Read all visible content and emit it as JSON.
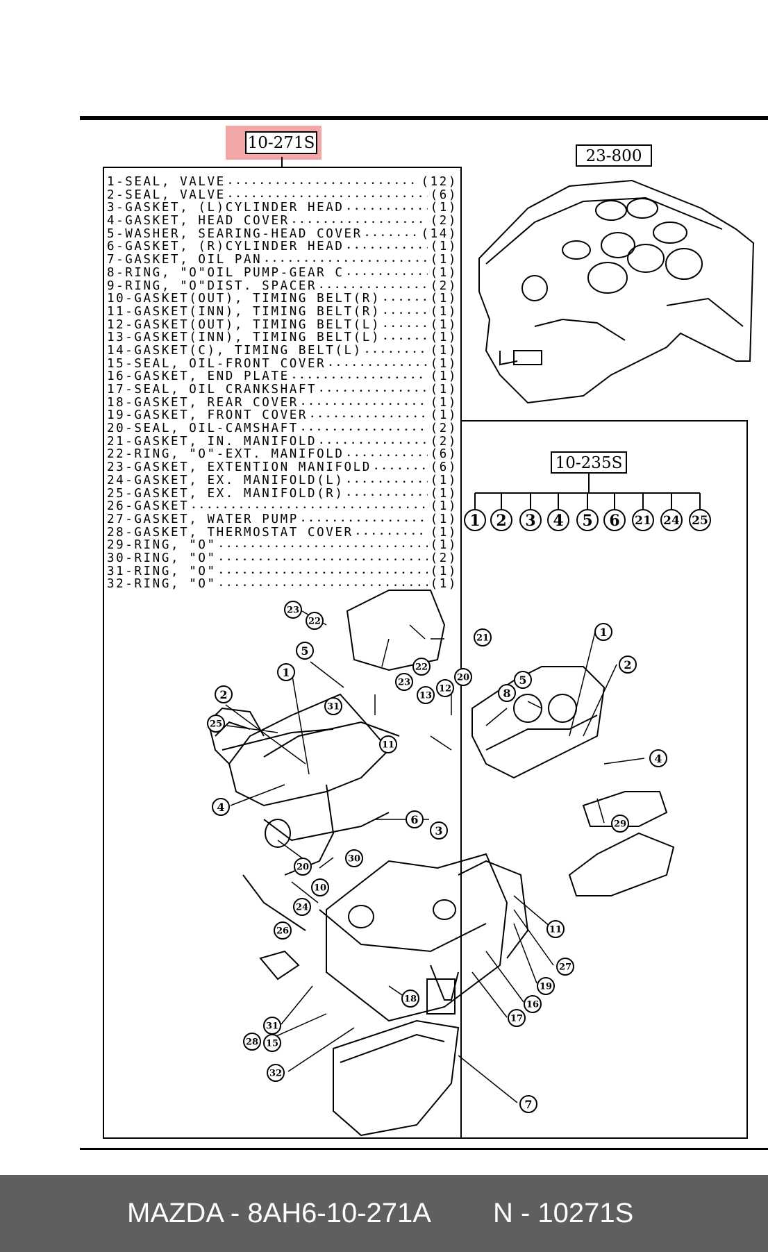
{
  "header": {
    "main_code": "10-271S",
    "block_code": "23-800",
    "kit_code": "10-235S"
  },
  "parts": [
    {
      "name": "1-SEAL, VALVE",
      "qty": "(12)"
    },
    {
      "name": "2-SEAL, VALVE",
      "qty": "(6)"
    },
    {
      "name": "3-GASKET, (L)CYLINDER HEAD",
      "qty": "(1)"
    },
    {
      "name": "4-GASKET, HEAD COVER",
      "qty": "(2)"
    },
    {
      "name": "5-WASHER, SEARING-HEAD COVER",
      "qty": "(14)"
    },
    {
      "name": "6-GASKET, (R)CYLINDER HEAD",
      "qty": "(1)"
    },
    {
      "name": "7-GASKET, OIL PAN",
      "qty": "(1)"
    },
    {
      "name": "8-RING, \"O\"OIL PUMP-GEAR C",
      "qty": "(1)"
    },
    {
      "name": "9-RING, \"O\"DIST. SPACER",
      "qty": "(2)"
    },
    {
      "name": "10-GASKET(OUT), TIMING BELT(R)",
      "qty": "(1)"
    },
    {
      "name": "11-GASKET(INN), TIMING BELT(R)",
      "qty": "(1)"
    },
    {
      "name": "12-GASKET(OUT), TIMING BELT(L)",
      "qty": "(1)"
    },
    {
      "name": "13-GASKET(INN), TIMING BELT(L)",
      "qty": "(1)"
    },
    {
      "name": "14-GASKET(C), TIMING BELT(L)",
      "qty": "(1)"
    },
    {
      "name": "15-SEAL, OIL-FRONT COVER",
      "qty": "(1)"
    },
    {
      "name": "16-GASKET, END PLATE",
      "qty": "(1)"
    },
    {
      "name": "17-SEAL, OIL CRANKSHAFT",
      "qty": "(1)"
    },
    {
      "name": "18-GASKET, REAR COVER",
      "qty": "(1)"
    },
    {
      "name": "19-GASKET, FRONT COVER",
      "qty": "(1)"
    },
    {
      "name": "20-SEAL, OIL-CAMSHAFT",
      "qty": "(2)"
    },
    {
      "name": "21-GASKET, IN. MANIFOLD",
      "qty": "(2)"
    },
    {
      "name": "22-RING, \"O\"-EXT. MANIFOLD",
      "qty": "(6)"
    },
    {
      "name": "23-GASKET, EXTENTION MANIFOLD",
      "qty": "(6)"
    },
    {
      "name": "24-GASKET, EX. MANIFOLD(L)",
      "qty": "(1)"
    },
    {
      "name": "25-GASKET, EX. MANIFOLD(R)",
      "qty": "(1)"
    },
    {
      "name": "26-GASKET",
      "qty": "(1)"
    },
    {
      "name": "27-GASKET, WATER PUMP",
      "qty": "(1)"
    },
    {
      "name": "28-GASKET, THERMOSTAT COVER",
      "qty": "(1)"
    },
    {
      "name": "29-RING, \"O\"",
      "qty": "(1)"
    },
    {
      "name": "30-RING, \"O\"",
      "qty": "(2)"
    },
    {
      "name": "31-RING, \"O\"",
      "qty": "(1)"
    },
    {
      "name": "32-RING, \"O\"",
      "qty": "(1)"
    }
  ],
  "kit_members": [
    "1",
    "2",
    "3",
    "4",
    "5",
    "6",
    "21",
    "24",
    "25"
  ],
  "callouts": [
    "23",
    "22",
    "21",
    "22",
    "23",
    "5",
    "1",
    "20",
    "12",
    "13",
    "8",
    "5",
    "1",
    "2",
    "31",
    "2",
    "25",
    "11",
    "4",
    "4",
    "6",
    "3",
    "29",
    "20",
    "30",
    "10",
    "24",
    "11",
    "27",
    "19",
    "16",
    "17",
    "18",
    "26",
    "31",
    "15",
    "28",
    "32",
    "7"
  ],
  "footer": {
    "part_number": "MAZDA - 8AH6-10-271A",
    "ref_code": "N - 10271S"
  }
}
